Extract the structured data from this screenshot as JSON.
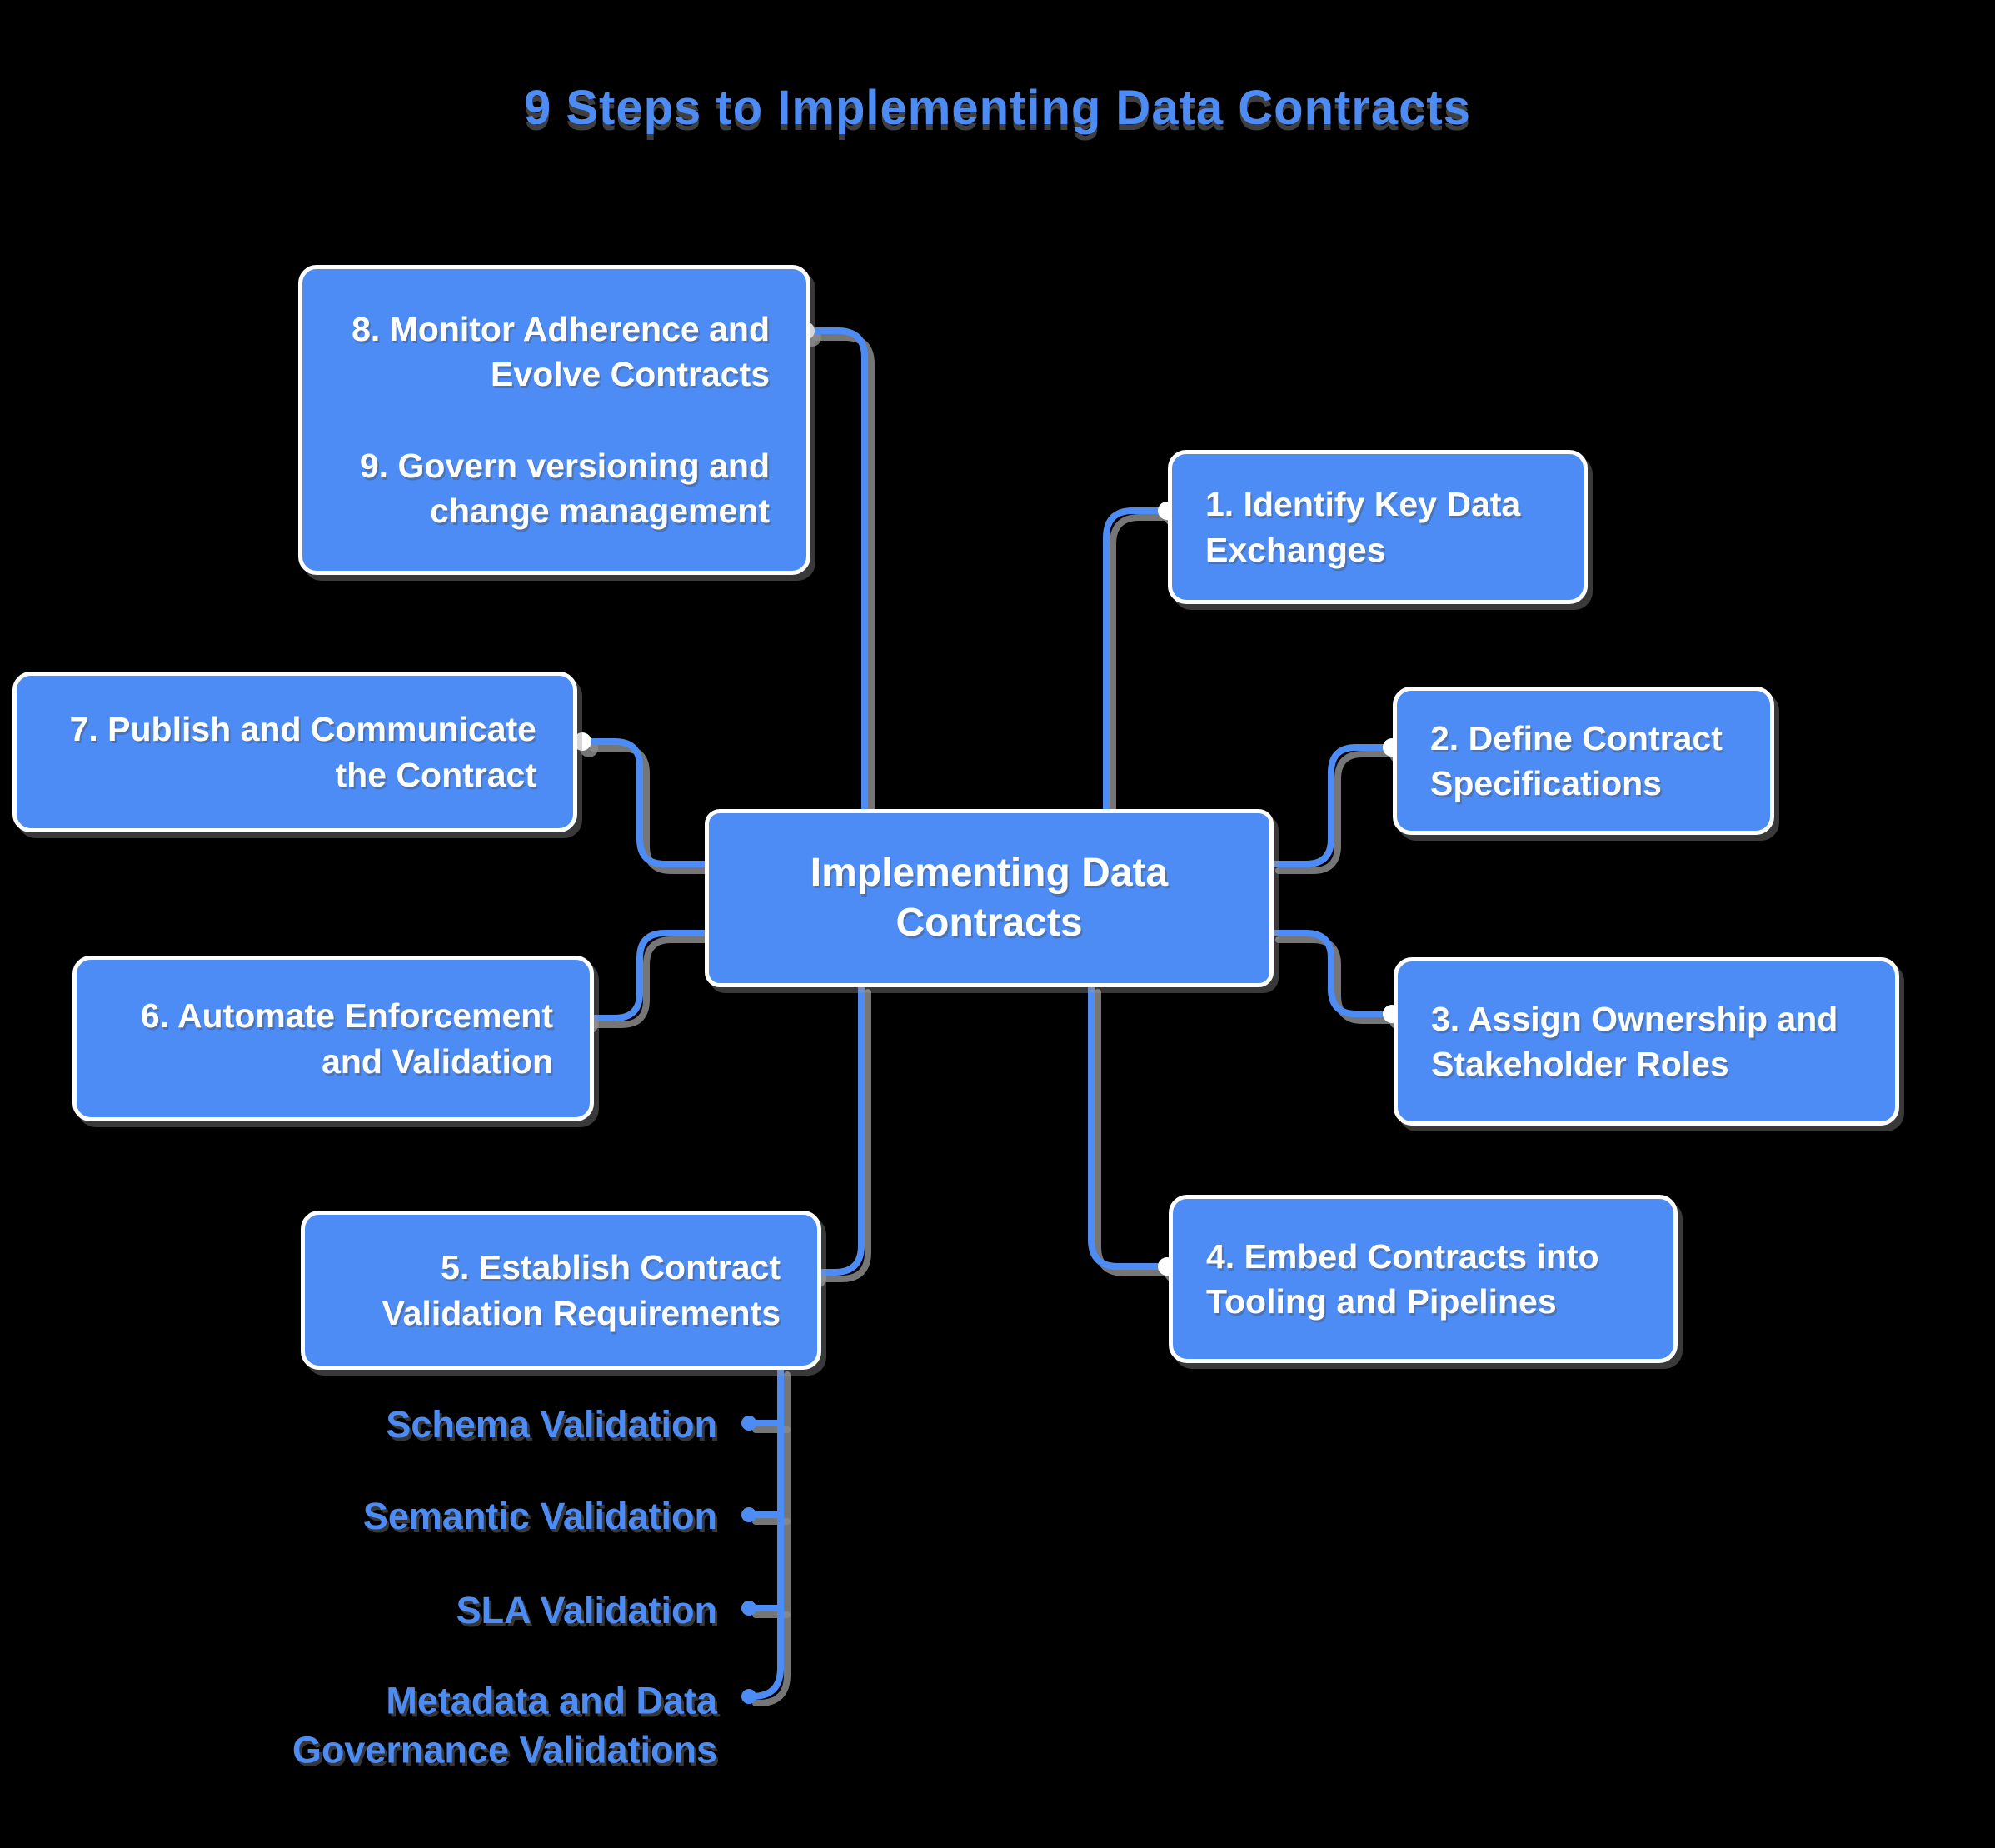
{
  "title": "9 Steps to Implementing Data Contracts",
  "center": {
    "label": "Implementing Data Contracts"
  },
  "nodes": {
    "step1": {
      "label": "1. Identify Key Data Exchanges"
    },
    "step2": {
      "label": "2. Define Contract Specifications"
    },
    "step3": {
      "label": "3. Assign Ownership and Stakeholder Roles"
    },
    "step4": {
      "label": "4. Embed Contracts into Tooling and Pipelines"
    },
    "step5": {
      "label": "5. Establish Contract Validation Requirements"
    },
    "step6": {
      "label": "6. Automate Enforcement and Validation"
    },
    "step7": {
      "label": "7. Publish and Communicate the Contract"
    },
    "step8": {
      "label": "8. Monitor Adherence and Evolve Contracts"
    },
    "step9": {
      "label": "9. Govern versioning and change management"
    }
  },
  "validations": {
    "items": [
      "Schema Validation",
      "Semantic Validation",
      "SLA Validation",
      "Metadata and Data Governance Validations"
    ]
  },
  "colors": {
    "accent": "#4e8cf5",
    "background": "#000000",
    "box_text": "#ffffff",
    "line_shadow": "#8b8b8b"
  }
}
